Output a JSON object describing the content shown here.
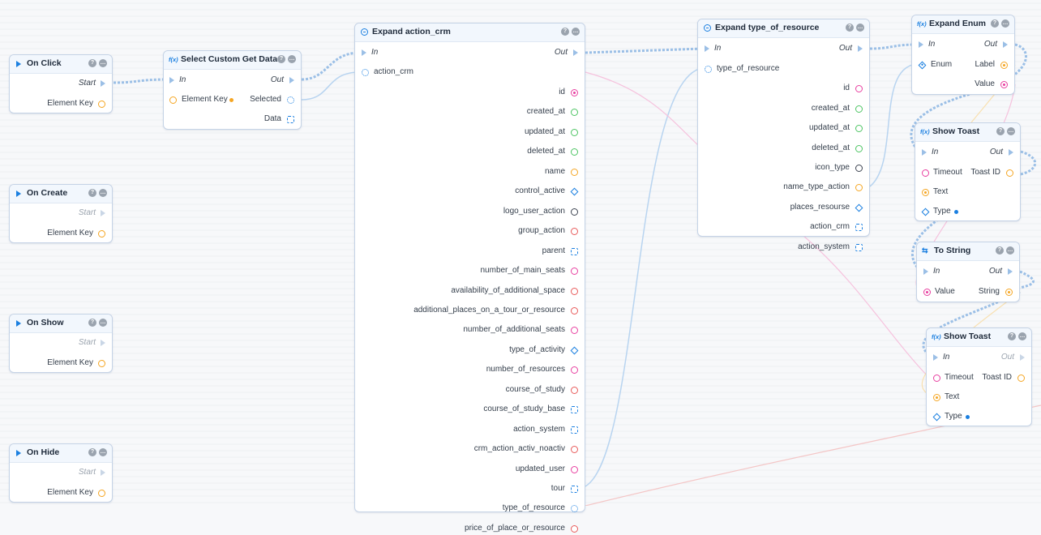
{
  "colors": {
    "accent": "#1a7fe0",
    "wire_exec": "#9bbfe6",
    "pin_pink": "#e83fa0",
    "pin_green": "#4cc462",
    "pin_orange": "#f5a623",
    "pin_red": "#e85a5a",
    "pin_dark": "#3c4350",
    "pin_blue": "#1a7fe0"
  },
  "event_nodes": [
    {
      "title": "On Click",
      "start": "Start",
      "key": "Element Key",
      "active": true
    },
    {
      "title": "On Create",
      "start": "Start",
      "key": "Element Key",
      "active": false
    },
    {
      "title": "On Show",
      "start": "Start",
      "key": "Element Key",
      "active": false
    },
    {
      "title": "On Hide",
      "start": "Start",
      "key": "Element Key",
      "active": false
    }
  ],
  "select_node": {
    "title": "Select Custom Get Data",
    "in": "In",
    "out": "Out",
    "element_key": "Element Key",
    "selected": "Selected",
    "data": "Data"
  },
  "expand_crm": {
    "title": "Expand action_crm",
    "in": "In",
    "out": "Out",
    "input": "action_crm",
    "fields": [
      {
        "name": "id",
        "icon": "circle-filled",
        "color": "#e83fa0"
      },
      {
        "name": "created_at",
        "icon": "circle",
        "color": "#4cc462"
      },
      {
        "name": "updated_at",
        "icon": "circle",
        "color": "#4cc462"
      },
      {
        "name": "deleted_at",
        "icon": "circle",
        "color": "#4cc462"
      },
      {
        "name": "name",
        "icon": "circle",
        "color": "#f5a623"
      },
      {
        "name": "control_active",
        "icon": "diamond",
        "color": "#1a7fe0"
      },
      {
        "name": "logo_user_action",
        "icon": "circle",
        "color": "#3c4350"
      },
      {
        "name": "group_action",
        "icon": "circle",
        "color": "#e85a5a"
      },
      {
        "name": "parent",
        "icon": "square",
        "color": "#1a7fe0"
      },
      {
        "name": "number_of_main_seats",
        "icon": "circle",
        "color": "#e83fa0"
      },
      {
        "name": "availability_of_additional_space",
        "icon": "circle",
        "color": "#e85a5a"
      },
      {
        "name": "additional_places_on_a_tour_or_resource",
        "icon": "circle",
        "color": "#e85a5a"
      },
      {
        "name": "number_of_additional_seats",
        "icon": "circle",
        "color": "#e83fa0"
      },
      {
        "name": "type_of_activity",
        "icon": "diamond",
        "color": "#1a7fe0"
      },
      {
        "name": "number_of_resources",
        "icon": "circle",
        "color": "#e83fa0"
      },
      {
        "name": "course_of_study",
        "icon": "circle",
        "color": "#e85a5a"
      },
      {
        "name": "course_of_study_base",
        "icon": "square",
        "color": "#1a7fe0"
      },
      {
        "name": "action_system",
        "icon": "square",
        "color": "#1a7fe0"
      },
      {
        "name": "crm_action_activ_noactiv",
        "icon": "circle",
        "color": "#e85a5a"
      },
      {
        "name": "updated_user",
        "icon": "circle",
        "color": "#e83fa0"
      },
      {
        "name": "tour",
        "icon": "square",
        "color": "#1a7fe0"
      },
      {
        "name": "type_of_resource",
        "icon": "gear",
        "color": "#1a7fe0"
      },
      {
        "name": "price_of_place_or_resource",
        "icon": "circle",
        "color": "#e85a5a"
      }
    ]
  },
  "expand_type": {
    "title": "Expand type_of_resource",
    "in": "In",
    "out": "Out",
    "input": "type_of_resource",
    "fields": [
      {
        "name": "id",
        "icon": "circle",
        "color": "#e83fa0"
      },
      {
        "name": "created_at",
        "icon": "circle",
        "color": "#4cc462"
      },
      {
        "name": "updated_at",
        "icon": "circle",
        "color": "#4cc462"
      },
      {
        "name": "deleted_at",
        "icon": "circle",
        "color": "#4cc462"
      },
      {
        "name": "icon_type",
        "icon": "circle",
        "color": "#3c4350"
      },
      {
        "name": "name_type_action",
        "icon": "circle",
        "color": "#f5a623"
      },
      {
        "name": "places_resourse",
        "icon": "diamond",
        "color": "#1a7fe0"
      },
      {
        "name": "action_crm",
        "icon": "square",
        "color": "#1a7fe0"
      },
      {
        "name": "action_system",
        "icon": "square",
        "color": "#1a7fe0"
      }
    ]
  },
  "expand_enum": {
    "title": "Expand Enum",
    "in": "In",
    "out": "Out",
    "enum": "Enum",
    "label": "Label",
    "value": "Value"
  },
  "show_toast_1": {
    "title": "Show Toast",
    "in": "In",
    "out": "Out",
    "timeout": "Timeout",
    "toast_id": "Toast ID",
    "text": "Text",
    "type": "Type"
  },
  "to_string": {
    "title": "To String",
    "in": "In",
    "out": "Out",
    "value": "Value",
    "string": "String"
  },
  "show_toast_2": {
    "title": "Show Toast",
    "in": "In",
    "out": "Out",
    "timeout": "Timeout",
    "toast_id": "Toast ID",
    "text": "Text",
    "type": "Type"
  }
}
